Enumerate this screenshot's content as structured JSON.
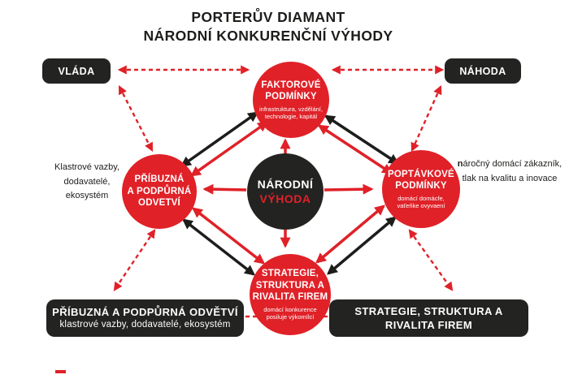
{
  "title": {
    "line1": "PORTERŮV DIAMANT",
    "line2": "NÁRODNÍ KONKURENČNÍ VÝHODY"
  },
  "colors": {
    "red": "#e02128",
    "black": "#232322",
    "text": "#1d1d1b",
    "background": "#ffffff"
  },
  "nodes": {
    "vlada": {
      "label": "VLÁDA"
    },
    "nahoda": {
      "label": "NÁHODA"
    },
    "faktorove": {
      "label_line1": "FAKTOROVÉ",
      "label_line2": "PODMÍNKY",
      "sublabel_line1": "infrastruktura, vzdělání,",
      "sublabel_line2": "technologie, kapitál"
    },
    "narodni": {
      "label_line1": "NÁRODNÍ",
      "label_line2": "VÝHODA"
    },
    "pribuzna": {
      "label_line1": "PŘÍBUZNÁ",
      "label_line2": "A PODPŮRNÁ",
      "label_line3": "ODVETVÍ"
    },
    "poptavkove": {
      "label_line1": "POPTÁVKOVÉ",
      "label_line2": "PODMÍNKY",
      "sublabel_line1": "domácí domácfe,",
      "sublabel_line2": "vaťeňke ovyvaení"
    },
    "strategie": {
      "label_line1": "STRATEGIE,",
      "label_line2": "STRUKTURA A",
      "label_line3": "RIVALITA FIREM",
      "sublabel_line1": "domácí konkurence",
      "sublabel_line2": "posiluje výkomílcí"
    },
    "box_pribuzna": {
      "label": "PŘÍBUZNÁ A PODPŮRNÁ ODVĚTVÍ",
      "sublabel": "klastrové vazby, dodavatelé, ekosystém"
    },
    "box_strategie": {
      "label_line1": "STRATEGIE, STRUKTURA A",
      "label_line2": "RIVALITA FIREM"
    }
  },
  "annotations": {
    "left": {
      "line1": "Klastrové vazby,",
      "line2": "dodavatelé,",
      "line3": "ekosystém"
    },
    "right": {
      "line1_bold": "n",
      "line1_rest": "áročný domácí zákazník,",
      "line2": "tlak na kvalitu a inovace"
    }
  },
  "edges": [
    {
      "from": "vlada",
      "to": "faktorove",
      "color": "red",
      "style": "dashed",
      "arrows": "both"
    },
    {
      "from": "vlada",
      "to": "pribuzna",
      "color": "red",
      "style": "dashed",
      "arrows": "both"
    },
    {
      "from": "nahoda",
      "to": "faktorove",
      "color": "red",
      "style": "dashed",
      "arrows": "both"
    },
    {
      "from": "nahoda",
      "to": "poptavkove",
      "color": "red",
      "style": "dashed",
      "arrows": "both"
    },
    {
      "from": "pribuzna",
      "to": "box_pribuzna",
      "color": "red",
      "style": "dashed",
      "arrows": "both"
    },
    {
      "from": "poptavkove",
      "to": "box_strategie",
      "color": "red",
      "style": "dashed",
      "arrows": "both"
    },
    {
      "from": "box_pribuzna",
      "to": "strategie",
      "color": "red",
      "style": "dashed",
      "arrows": "none"
    },
    {
      "from": "box_strategie",
      "to": "strategie",
      "color": "red",
      "style": "dashed",
      "arrows": "none"
    },
    {
      "from": "faktorove",
      "to": "pribuzna",
      "color": "black",
      "style": "solid",
      "arrows": "both"
    },
    {
      "from": "faktorove",
      "to": "pribuzna",
      "color": "red",
      "style": "solid",
      "arrows": "both"
    },
    {
      "from": "faktorove",
      "to": "poptavkove",
      "color": "black",
      "style": "solid",
      "arrows": "both"
    },
    {
      "from": "faktorove",
      "to": "poptavkove",
      "color": "red",
      "style": "solid",
      "arrows": "both"
    },
    {
      "from": "pribuzna",
      "to": "strategie",
      "color": "red",
      "style": "solid",
      "arrows": "both"
    },
    {
      "from": "pribuzna",
      "to": "strategie",
      "color": "black",
      "style": "solid",
      "arrows": "both"
    },
    {
      "from": "poptavkove",
      "to": "strategie",
      "color": "red",
      "style": "solid",
      "arrows": "both"
    },
    {
      "from": "poptavkove",
      "to": "strategie",
      "color": "black",
      "style": "solid",
      "arrows": "both"
    },
    {
      "from": "narodni",
      "to": "faktorove",
      "color": "red",
      "style": "solid",
      "arrows": "end"
    },
    {
      "from": "narodni",
      "to": "strategie",
      "color": "red",
      "style": "solid",
      "arrows": "end"
    },
    {
      "from": "narodni",
      "to": "pribuzna",
      "color": "red",
      "style": "solid",
      "arrows": "end"
    },
    {
      "from": "narodni",
      "to": "poptavkove",
      "color": "red",
      "style": "solid",
      "arrows": "end"
    }
  ]
}
